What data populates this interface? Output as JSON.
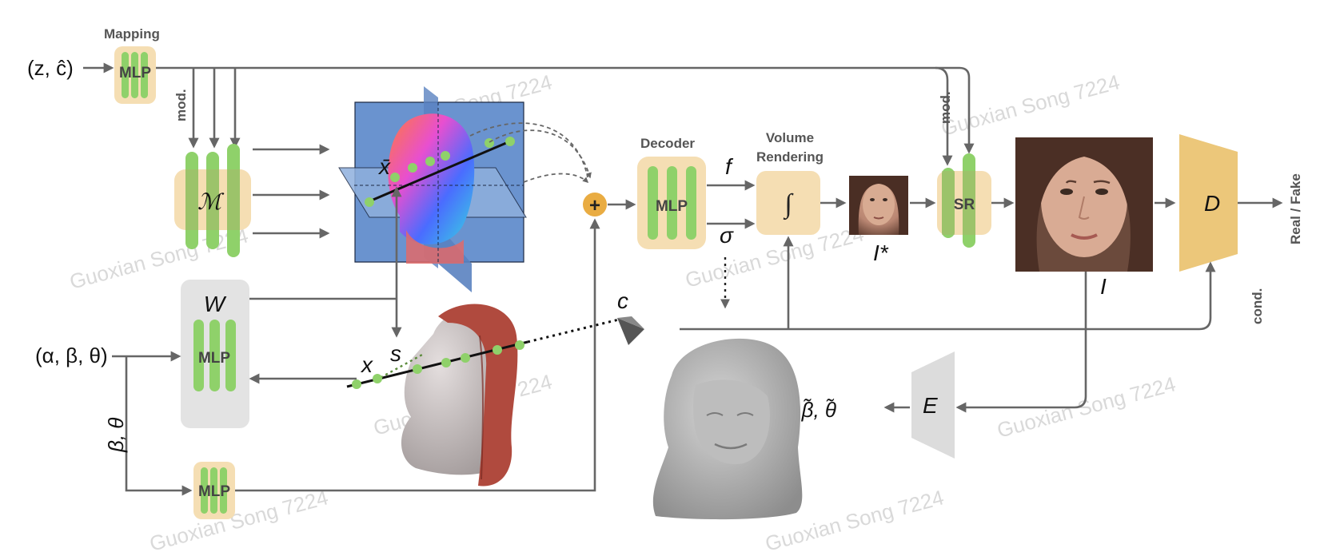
{
  "inputs": {
    "z_c": "(z, ĉ)",
    "alpha_beta_theta": "(α, β, θ)",
    "beta_theta": "β, θ"
  },
  "labels": {
    "mapping": "Mapping",
    "mod_left": "mod.",
    "mod_right": "mod.",
    "decoder": "Decoder",
    "volume_rendering_line1": "Volume",
    "volume_rendering_line2": "Rendering",
    "real_fake": "Real / Fake",
    "cond": "cond."
  },
  "blocks": {
    "mapping_mlp": "MLP",
    "manifold": "ℳ",
    "w_title": "W",
    "w_mlp": "MLP",
    "bottom_mlp": "MLP",
    "decoder_mlp": "MLP",
    "integral": "∫",
    "sr": "SR",
    "discriminator": "D",
    "encoder": "E",
    "plus": "+"
  },
  "symbols": {
    "x_bar": "x̄",
    "x": "x",
    "s": "s",
    "c": "c",
    "f": "f",
    "sigma": "σ",
    "i_star": "I*",
    "i": "I",
    "beta_theta_tilde": "β̃, θ̃"
  },
  "watermark": "Guoxian Song 7224",
  "colors": {
    "block_fill": "#f5deb3",
    "green_bar": "#8fd16a",
    "disc_fill": "#ecc77a",
    "plane_blue": "#6a93cf",
    "hair_red": "#b04a3e",
    "arrow_gray": "#666666"
  }
}
